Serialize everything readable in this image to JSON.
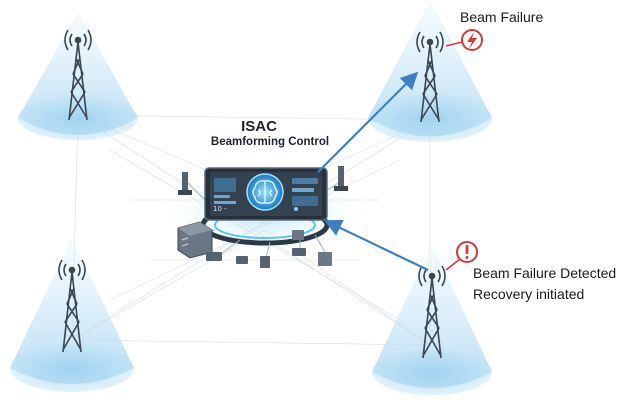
{
  "hub": {
    "title_line1": "ISAC",
    "title_line2": "Beamforming Control",
    "screen_small_text": "10 -",
    "icon": "brain-icon"
  },
  "annotations": {
    "beam_failure": "Beam Failure",
    "detected": "Beam Failure Detected",
    "recovery": "Recovery initiated"
  },
  "icons": {
    "lightning": "lightning-icon",
    "exclamation": "exclamation-icon",
    "tower": "cell-tower-icon"
  },
  "colors": {
    "beam": "#b7dcf1",
    "beam_edge": "#d6ecf8",
    "tower": "#3b4652",
    "arrow": "#3f7fc0",
    "alert": "#d63a3a",
    "hub_dark": "#27313c",
    "hub_glow": "#49b7f0"
  }
}
